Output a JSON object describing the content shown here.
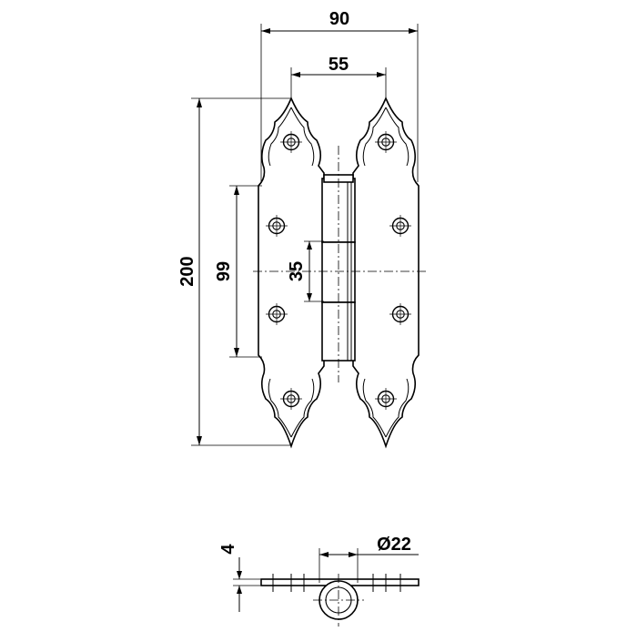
{
  "drawing": {
    "dimensions": {
      "overall_width": "90",
      "hole_spacing_width": "55",
      "overall_height": "200",
      "leaf_height": "99",
      "knuckle_length": "35",
      "thickness": "4",
      "pin_diameter": "Ø22"
    },
    "colors": {
      "line": "#000000",
      "background": "#ffffff"
    }
  }
}
